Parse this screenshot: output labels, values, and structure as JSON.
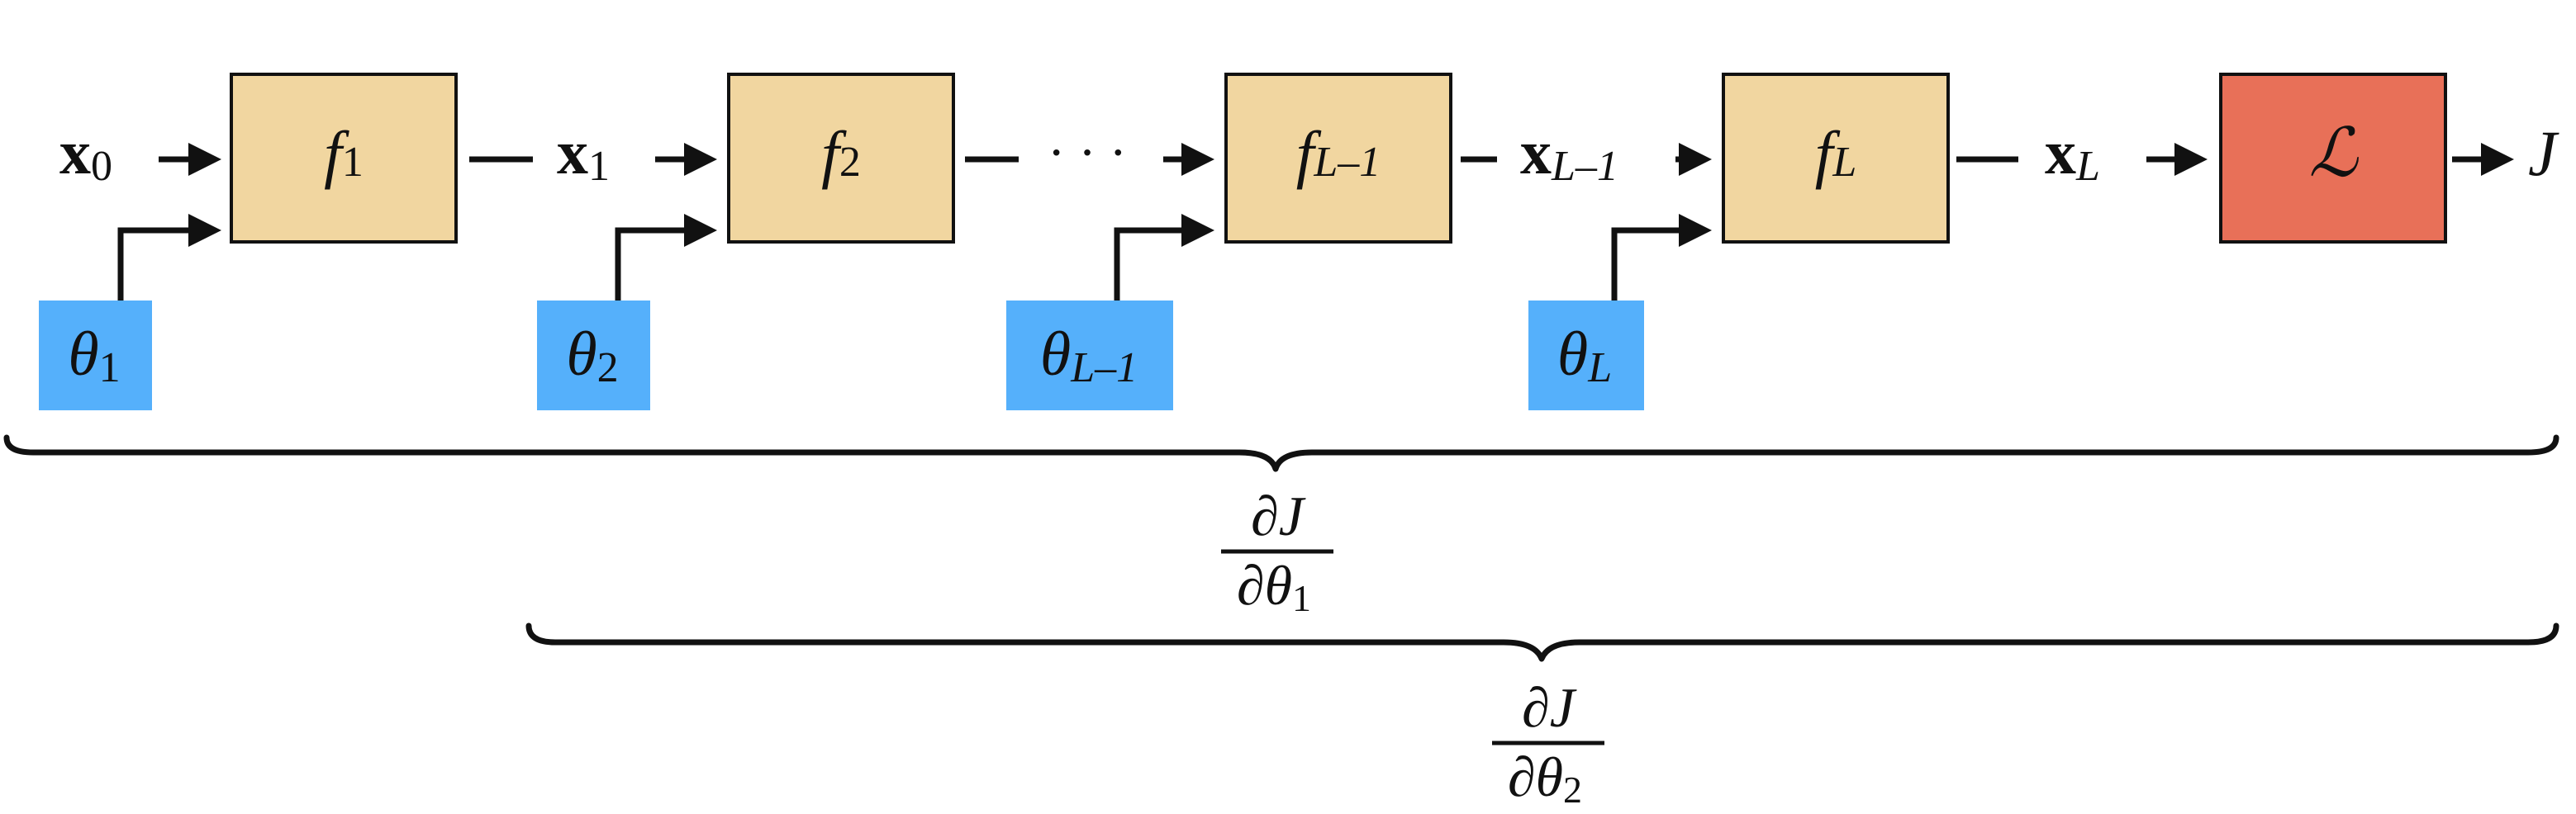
{
  "colors": {
    "function_box": "#F1D6A0",
    "loss_box": "#E87058",
    "param_box": "#55B0FB",
    "stroke": "#111111"
  },
  "inputs": {
    "x0": {
      "main": "x",
      "sub": "0"
    },
    "x1": {
      "main": "x",
      "sub": "1"
    },
    "x_l_minus_1": {
      "main": "x",
      "sub": "L–1"
    },
    "x_l": {
      "main": "x",
      "sub": "L"
    }
  },
  "ellipsis": "· · ·",
  "functions": [
    {
      "main": "f",
      "sub": "1"
    },
    {
      "main": "f",
      "sub": "2"
    },
    {
      "main": "f",
      "sub": "L–1"
    },
    {
      "main": "f",
      "sub": "L"
    }
  ],
  "loss": {
    "symbol": "ℒ"
  },
  "output": {
    "symbol": "J"
  },
  "params": [
    {
      "main": "θ",
      "sub": "1"
    },
    {
      "main": "θ",
      "sub": "2"
    },
    {
      "main": "θ",
      "sub": "L–1"
    },
    {
      "main": "θ",
      "sub": "L"
    }
  ],
  "gradients": [
    {
      "numerator": "∂J",
      "denominator_main": "∂θ",
      "denominator_sub": "1"
    },
    {
      "numerator": "∂J",
      "denominator_main": "∂θ",
      "denominator_sub": "2"
    }
  ]
}
